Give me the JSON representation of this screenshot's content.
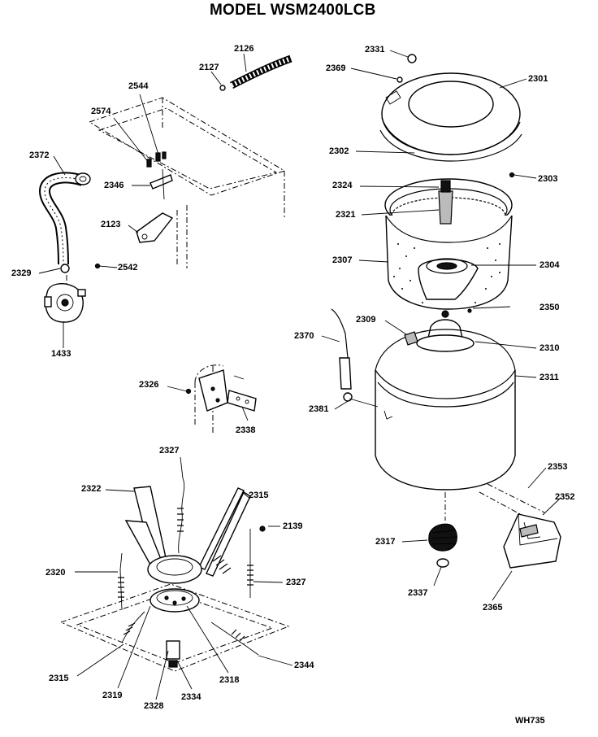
{
  "title": "MODEL WSM2400LCB",
  "drawing_code": "WH735",
  "parts": {
    "p2331": "2331",
    "p2369": "2369",
    "p2301": "2301",
    "p2302": "2302",
    "p2303": "2303",
    "p2324": "2324",
    "p2321": "2321",
    "p2307": "2307",
    "p2304": "2304",
    "p2350": "2350",
    "p2309": "2309",
    "p2370": "2370",
    "p2310": "2310",
    "p2311": "2311",
    "p2381": "2381",
    "p2353": "2353",
    "p2352": "2352",
    "p2317": "2317",
    "p2337": "2337",
    "p2365": "2365",
    "p2126": "2126",
    "p2127": "2127",
    "p2544": "2544",
    "p2574": "2574",
    "p2372": "2372",
    "p2346": "2346",
    "p2123": "2123",
    "p2329": "2329",
    "p2542": "2542",
    "p1433": "1433",
    "p2326": "2326",
    "p2338": "2338",
    "p2327a": "2327",
    "p2322": "2322",
    "p2315a": "2315",
    "p2139": "2139",
    "p2320": "2320",
    "p2327b": "2327",
    "p2315b": "2315",
    "p2319": "2319",
    "p2328": "2328",
    "p2334": "2334",
    "p2318": "2318",
    "p2344": "2344"
  }
}
